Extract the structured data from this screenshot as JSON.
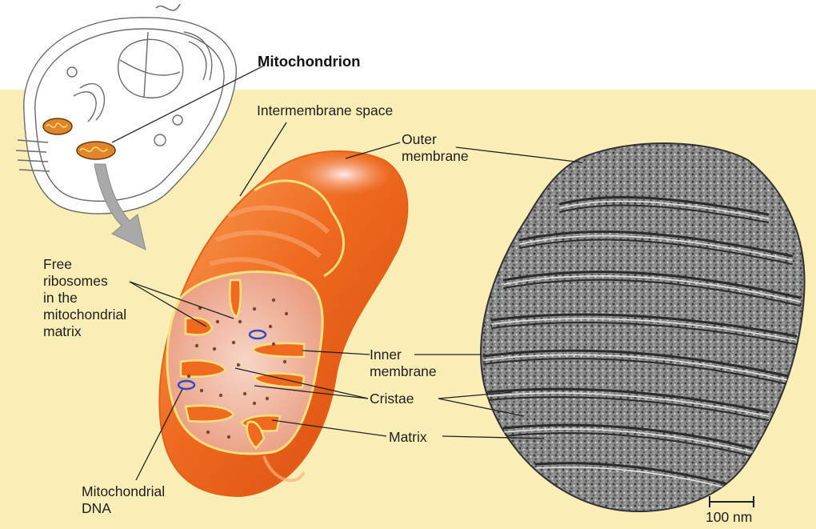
{
  "title": "Mitochondrion",
  "labels": {
    "intermembrane_space": "Intermembrane space",
    "outer_membrane": [
      "Outer",
      "membrane"
    ],
    "free_ribosomes": [
      "Free",
      "ribosomes",
      "in the",
      "mitochondrial",
      "matrix"
    ],
    "inner_membrane": [
      "Inner",
      "membrane"
    ],
    "cristae": "Cristae",
    "matrix": "Matrix",
    "mitochondrial_dna": [
      "Mitochondrial",
      "DNA"
    ],
    "scale_bar": "100 nm"
  },
  "colors": {
    "background_panel": "#faeeb6",
    "mitochondrion_body": "#ef6a1e",
    "membrane_outline": "#fbe07a",
    "matrix": "#f4c3b0",
    "dna_ring": "#2e4fc4",
    "micrograph": "#6d6d6d"
  }
}
